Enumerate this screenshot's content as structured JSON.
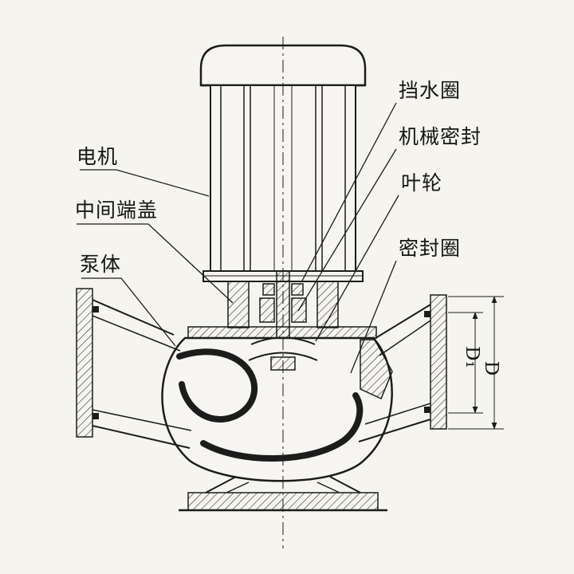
{
  "diagram": {
    "type": "engineering-cross-section",
    "subject": "vertical-inline-pipeline-pump",
    "background": "#f5f4ef",
    "line_color": "#1c1c1c",
    "labels": {
      "motor": "电机",
      "middle_cover": "中间端盖",
      "pump_body": "泵体",
      "water_slinger": "挡水圈",
      "mechanical_seal": "机械密封",
      "impeller": "叶轮",
      "seal_ring": "密封圈"
    },
    "dimensions": {
      "d1": "D₁",
      "d": "D"
    }
  }
}
